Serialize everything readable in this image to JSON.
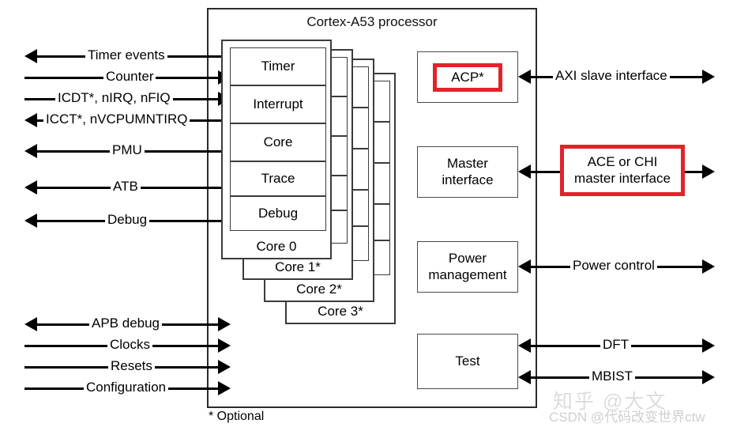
{
  "diagram": {
    "title": "Cortex-A53 processor",
    "footnote": "* Optional",
    "accent_red": "#e1232a"
  },
  "cores": {
    "blocks": [
      "Timer",
      "Interrupt",
      "Core",
      "Trace",
      "Debug"
    ],
    "names": [
      "Core 0",
      "Core 1*",
      "Core 2*",
      "Core 3*"
    ]
  },
  "right_blocks": [
    {
      "label": "ACP*",
      "highlighted": "true"
    },
    {
      "label": "Master\ninterface",
      "line1": "Master",
      "line2": "interface"
    },
    {
      "label": "Power\nmanagement",
      "line1": "Power",
      "line2": "management"
    },
    {
      "label": "Test"
    }
  ],
  "right_signals": [
    {
      "label": "AXI slave interface"
    },
    {
      "label": "ACE or CHI master interface",
      "line1": "ACE or CHI",
      "line2": "master interface",
      "highlighted": "true"
    },
    {
      "label": "Power control"
    },
    {
      "label": "DFT"
    },
    {
      "label": "MBIST"
    }
  ],
  "left_signals": [
    {
      "label": "Timer events",
      "direction": "out"
    },
    {
      "label": "Counter",
      "direction": "in"
    },
    {
      "label": "ICDT*, nIRQ, nFIQ",
      "direction": "in"
    },
    {
      "label": "ICCT*, nVCPUMNTIRQ",
      "direction": "out"
    },
    {
      "label": "PMU",
      "direction": "out"
    },
    {
      "label": "ATB",
      "direction": "out"
    },
    {
      "label": "Debug",
      "direction": "out"
    },
    {
      "label": "APB debug",
      "direction": "bidir"
    },
    {
      "label": "Clocks",
      "direction": "in"
    },
    {
      "label": "Resets",
      "direction": "in"
    },
    {
      "label": "Configuration",
      "direction": "in"
    }
  ],
  "watermarks": {
    "zhihu": "知乎 @大文",
    "csdn": "CSDN @代码改变世界ctw"
  }
}
